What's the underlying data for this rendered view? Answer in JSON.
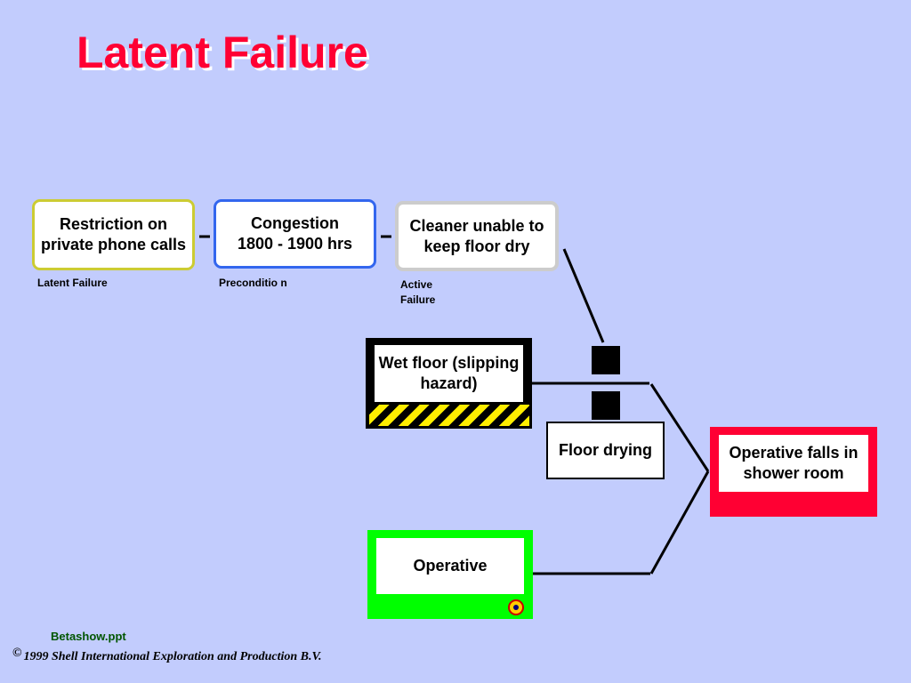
{
  "title": "Latent Failure",
  "boxes": {
    "restriction": "Restriction on private phone calls",
    "congestion_line1": "Congestion",
    "congestion_line2": "1800 - 1900 hrs",
    "cleaner": "Cleaner unable to keep floor dry",
    "wet_floor": "Wet floor (slipping hazard)",
    "floor_drying": "Floor drying",
    "operative": "Operative",
    "outcome": "Operative falls in shower room"
  },
  "labels": {
    "latent": "Latent Failure",
    "precondition": "Preconditio n",
    "active": "Active Failure"
  },
  "footer": {
    "file": "Betashow.ppt",
    "copyright_symbol": "©",
    "copyright": "1999 Shell International Exploration and Production B.V."
  },
  "colors": {
    "background": "#c2ccfd",
    "title": "#ff0033",
    "latent_border": "#cccc33",
    "precondition_border": "#3366ee",
    "active_border": "#cccccc",
    "outcome_frame": "#ff0033",
    "operative_frame": "#00ff00"
  }
}
